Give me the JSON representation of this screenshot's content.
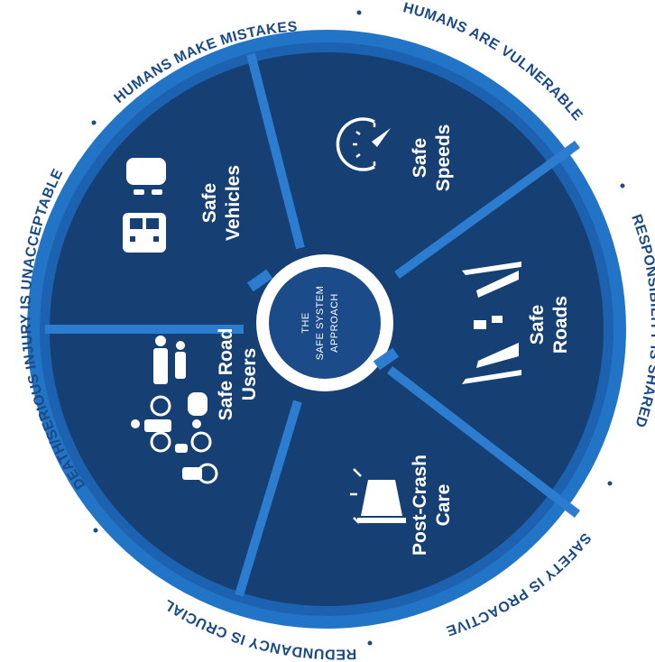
{
  "colors": {
    "ring_dark": "#1659a6",
    "ring_light": "#2f82d3",
    "wheel": "#153e72",
    "spoke": "#2c7cd0",
    "text_light": "#eef4fb",
    "outer_text": "#1c4a85",
    "white": "#ffffff"
  },
  "center": {
    "line1": "THE",
    "line2": "SAFE SYSTEM",
    "line3": "APPROACH"
  },
  "segments": {
    "speeds": {
      "line1": "Safe",
      "line2": "Speeds",
      "icon": "speedometer-icon"
    },
    "roads": {
      "line1": "Safe",
      "line2": "Roads",
      "icon": "road-icon"
    },
    "postcrash": {
      "line1": "Post-Crash",
      "line2": "Care",
      "icon": "emergency-light-icon"
    },
    "users": {
      "line1": "Safe Road",
      "line2": "Users",
      "icon": "road-users-icon"
    },
    "vehicles": {
      "line1": "Safe",
      "line2": "Vehicles",
      "icon": "vehicles-icon"
    }
  },
  "principles": {
    "p1": "HUMANS MAKE MISTAKES",
    "p2": "HUMANS ARE VULNERABLE",
    "p3": "RESPONSIBILITY IS SHARED",
    "p4": "SAFETY IS PROACTIVE",
    "p5": "REDUNDANCY IS CRUCIAL",
    "p6": "DEATH/SERIOUS INJURY IS UNACCEPTABLE"
  }
}
